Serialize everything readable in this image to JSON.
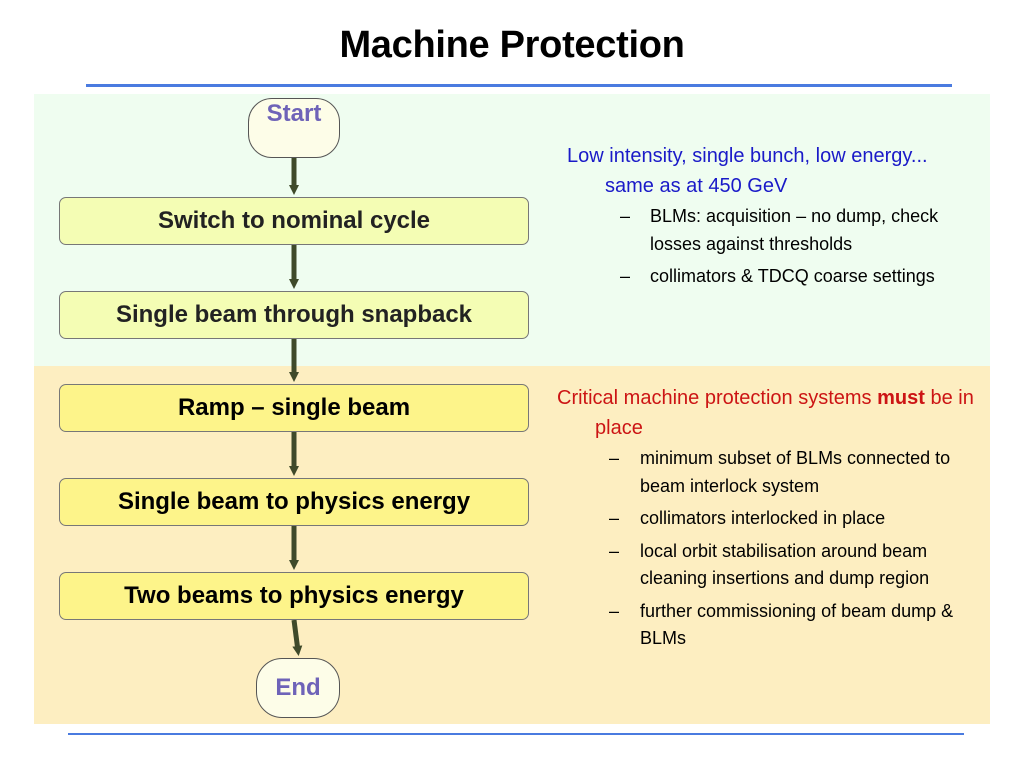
{
  "title": "Machine Protection",
  "flow": {
    "start": "Start",
    "end": "End",
    "steps": [
      "Switch to nominal cycle",
      "Single beam through snapback",
      "Ramp – single beam",
      "Single beam to physics energy",
      "Two beams to physics energy"
    ]
  },
  "notes": {
    "low": {
      "heading": "Low intensity, single bunch, low energy... same as at 450 GeV",
      "items": [
        "BLMs: acquisition – no dump, check losses against thresholds",
        "collimators & TDCQ coarse settings"
      ]
    },
    "critical": {
      "heading_before": "Critical machine protection systems",
      "heading_emph": "must",
      "heading_after": "be in place",
      "items": [
        "minimum subset of BLMs connected to beam interlock system",
        "collimators interlocked in place",
        "local orbit stabilisation around beam cleaning insertions and dump region",
        "further commissioning of beam dump & BLMs"
      ]
    }
  },
  "dash": "–",
  "colors": {
    "rule": "#4a7be0",
    "band_top": "#effdf0",
    "band_bottom": "#fdeec1",
    "box_green": "#f4fdb4",
    "box_yellow": "#fdf48a",
    "terminal_text": "#6e63b8",
    "note_blue": "#1a1ac8",
    "note_red": "#cc1414",
    "arrow": "#3f4a2a"
  }
}
